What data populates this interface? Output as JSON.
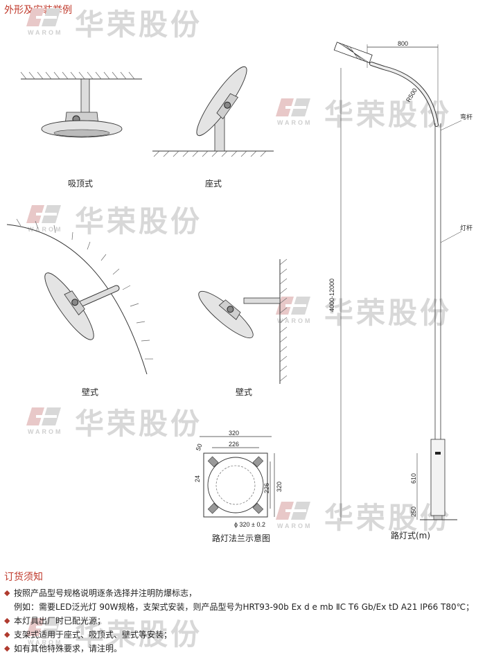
{
  "section_install": {
    "title": "外形及安装举例"
  },
  "watermark": {
    "cn": "华荣股份",
    "en": "WAROM"
  },
  "captions": {
    "ceiling": "吸顶式",
    "seat": "座式",
    "wall1": "壁式",
    "wall2": "壁式",
    "flange": "路灯法兰示意图",
    "streetlight": "路灯式(m)"
  },
  "pole_dims": {
    "arm_length": "800",
    "radius": "R500",
    "height": "4000-12000",
    "base_upper": "610",
    "base_lower": "250",
    "bent_pole": "弯杆",
    "pole": "灯杆"
  },
  "flange_dims": {
    "outer": "320",
    "inner": "226",
    "slot": "50",
    "hole": "24",
    "inner_v": "226",
    "outer_v": "320",
    "circle": "ϕ 320 ± 0.2"
  },
  "ordering": {
    "title": "订货须知",
    "items": [
      "按照产品型号规格说明逐条选择并注明防爆标志，",
      "本灯具出厂时已配光源；",
      "支架式适用于座式、吸顶式、壁式等安装；",
      "如有其他特殊要求，请注明。"
    ],
    "example": "例如：需要LED泛光灯 90W规格，支架式安装，则产品型号为HRT93-90b    Ex d e mb ⅡC T6 Gb/Ex tD A21 IP66 T80℃；"
  }
}
